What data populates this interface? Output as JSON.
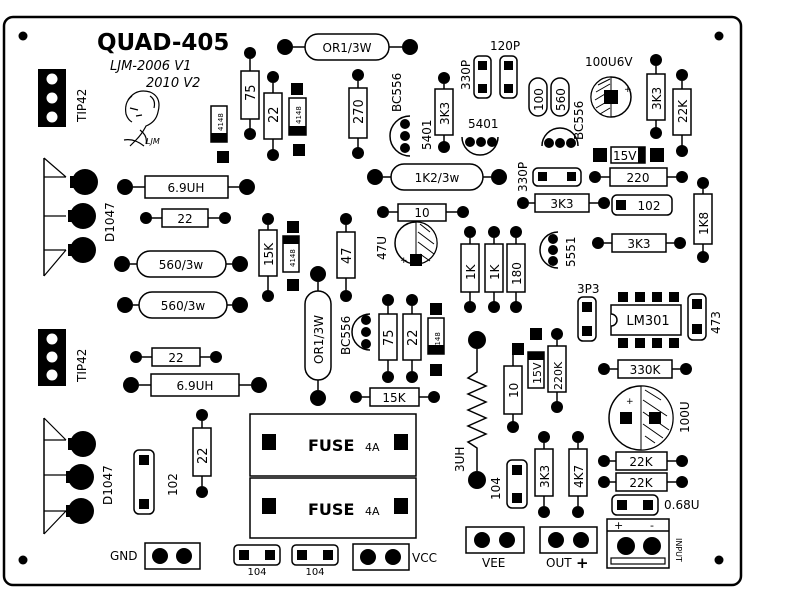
{
  "board": {
    "title": "QUAD-405",
    "subtitle1": "LJM-2006  V1",
    "subtitle2": "2010 V2",
    "signature": "LJM"
  },
  "components": {
    "or1_top": "OR1/3W",
    "or1_mid": "OR1/3W",
    "c330p_top": "330P",
    "c120p": "120P",
    "c100u6v": "100U6V",
    "r75_top": "75",
    "r22_top": "22",
    "d4148_a": "4148",
    "d4148_b": "4148",
    "r270": "270",
    "bc556_a": "BC556",
    "q5401_a": "5401",
    "r3k3_a": "3K3",
    "q5401_b": "5401",
    "r100": "100",
    "r560": "560",
    "bc556_b": "BC556",
    "r3k3_b": "3K3",
    "r22k_top": "22K",
    "tip42_top": "TIP42",
    "d1047_top": "D1047",
    "l69uh_a": "6.9UH",
    "r22_left": "22",
    "r560_3w_a": "560/3w",
    "r560_3w_b": "560/3w",
    "r15k_a": "15K",
    "d4148_c": "4148",
    "r47": "47",
    "r1k2_3w": "1K2/3w",
    "c15v": "15V",
    "c330p_b": "330P",
    "r220": "220",
    "r3k3_c": "3K3",
    "c102_a": "102",
    "r1k8": "1K8",
    "r10_a": "10",
    "c47u": "47U",
    "r1k_a": "1K",
    "r1k_b": "1K",
    "r180": "180",
    "q5551": "5551",
    "r3k3_d": "3K3",
    "c3p3": "3P3",
    "lm301": "LM301",
    "r473": "473",
    "tip42_bot": "TIP42",
    "r22_left2": "22",
    "l69uh_b": "6.9UH",
    "bc556_c": "BC556",
    "r75_b": "75",
    "r22_b": "22",
    "d4148_d": "4148",
    "r15k_b": "15K",
    "c15v_b": "15V",
    "r220k": "220K",
    "r10_b": "10",
    "r330k": "330K",
    "c100u": "100U",
    "d1047_bot": "D1047",
    "c102_b": "102",
    "r22_vert": "22",
    "fuse1": "FUSE",
    "fuse1_rating": "4A",
    "fuse2": "FUSE",
    "fuse2_rating": "4A",
    "l3uh": "3UH",
    "c104_a": "104",
    "r3k3_e": "3K3",
    "r4k7": "4K7",
    "r22k_a": "22K",
    "r22k_b": "22K",
    "c068u": "0.68U"
  },
  "connectors": {
    "gnd": "GND",
    "c104_b": "104",
    "c104_c": "104",
    "vcc": "VCC",
    "vee": "VEE",
    "out": "OUT",
    "out_sign": "+",
    "input": "INPUT",
    "input_plus": "+",
    "input_minus": "-"
  }
}
